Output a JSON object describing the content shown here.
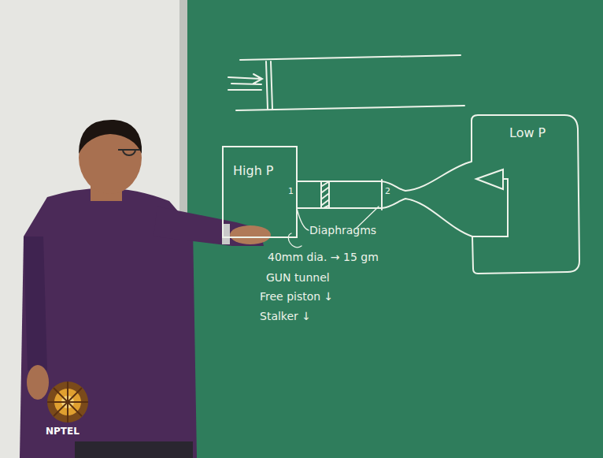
{
  "diagram": {
    "nodes": [
      {
        "text": [
          "High P"
        ]
      },
      {
        "text": [
          "Low P"
        ]
      }
    ],
    "labels": [
      "1",
      "2",
      "Diaphragms",
      "40mm dia. → 15 gm",
      "GUN tunnel",
      "Free piston ↓",
      "Stalker ↓",
      "NPTEL"
    ]
  }
}
